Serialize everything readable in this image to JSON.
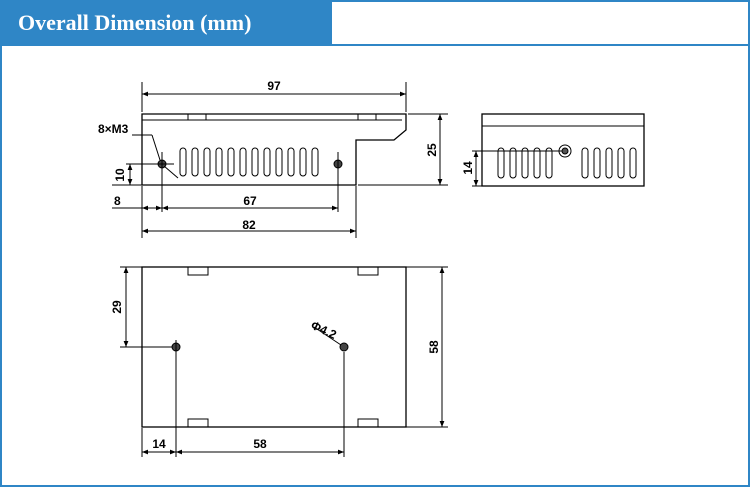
{
  "header": {
    "title": "Overall Dimension (mm)"
  },
  "colors": {
    "accent": "#2f86c6",
    "line": "#000000"
  },
  "drawing": {
    "front_view": {
      "width_total": "97",
      "height": "25",
      "hole_callout": "8×M3",
      "hole_height": "10",
      "hole_edge_offset": "8",
      "hole_spacing": "67",
      "base_length": "82"
    },
    "side_view": {
      "hole_height": "14"
    },
    "top_view": {
      "hole_offset_y": "29",
      "height": "58",
      "hole_diameter": "Φ4.2",
      "hole_edge_offset": "14",
      "hole_spacing": "58"
    }
  }
}
